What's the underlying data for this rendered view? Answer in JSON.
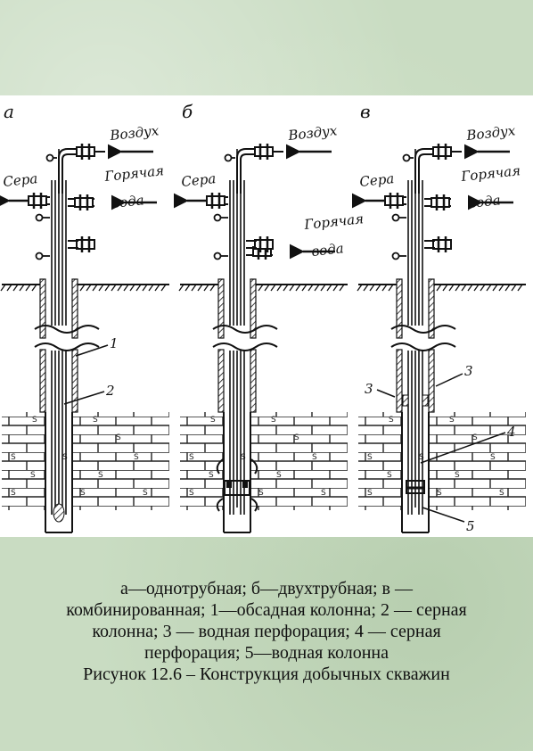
{
  "figure": {
    "panels": [
      {
        "letter": "а",
        "air_label": "Воздух",
        "sulfur_label": "Сера",
        "hot_water_label": [
          "Горячая",
          "вода"
        ],
        "callouts": [
          "1",
          "2"
        ]
      },
      {
        "letter": "б",
        "air_label": "Воздух",
        "sulfur_label": "Сера",
        "hot_water_label": [
          "Горячая",
          "вода"
        ]
      },
      {
        "letter": "в",
        "air_label": "Воздух",
        "sulfur_label": "Сера",
        "hot_water_label": [
          "Горячая",
          "вода"
        ],
        "callouts": [
          "3",
          "3",
          "4",
          "5"
        ]
      }
    ],
    "brick_mark": "S"
  },
  "caption": {
    "legend_lines": [
      "а—однотрубная; б—двухтрубная; в —",
      "комбинированная; 1—обсадная колонна; 2 — серная",
      "колонна; 3 — водная перфорация; 4 — серная",
      "перфорация; 5—водная колонна"
    ],
    "title": "Рисунок 12.6 – Конструкция добычных скважин"
  }
}
